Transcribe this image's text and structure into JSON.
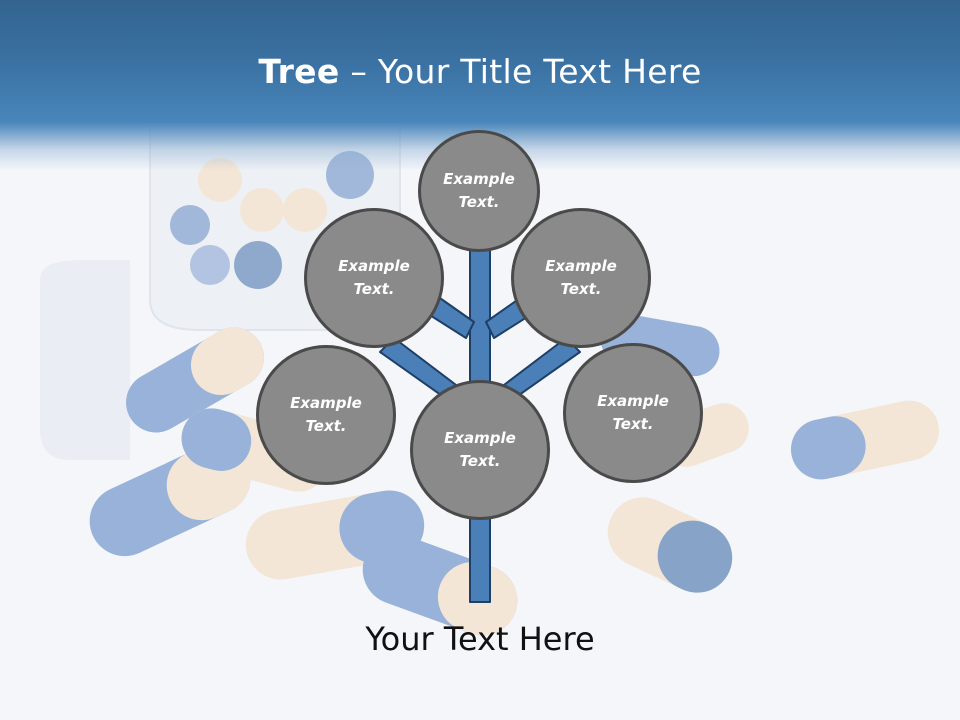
{
  "header": {
    "title_bold": "Tree",
    "title_rest": " – Your Title Text Here"
  },
  "diagram": {
    "nodes": [
      {
        "id": "top",
        "text": "Example\nText."
      },
      {
        "id": "upper-left",
        "text": "Example\nText."
      },
      {
        "id": "upper-right",
        "text": "Example\nText."
      },
      {
        "id": "lower-left",
        "text": "Example\nText."
      },
      {
        "id": "center",
        "text": "Example\nText."
      },
      {
        "id": "lower-right",
        "text": "Example\nText."
      }
    ],
    "colors": {
      "circle_fill": "#8a8a8a",
      "circle_border": "#4a4a4a",
      "trunk_fill": "#4a7fb8",
      "trunk_border": "#1e3f66"
    }
  },
  "footer": {
    "text": "Your Text Here"
  }
}
